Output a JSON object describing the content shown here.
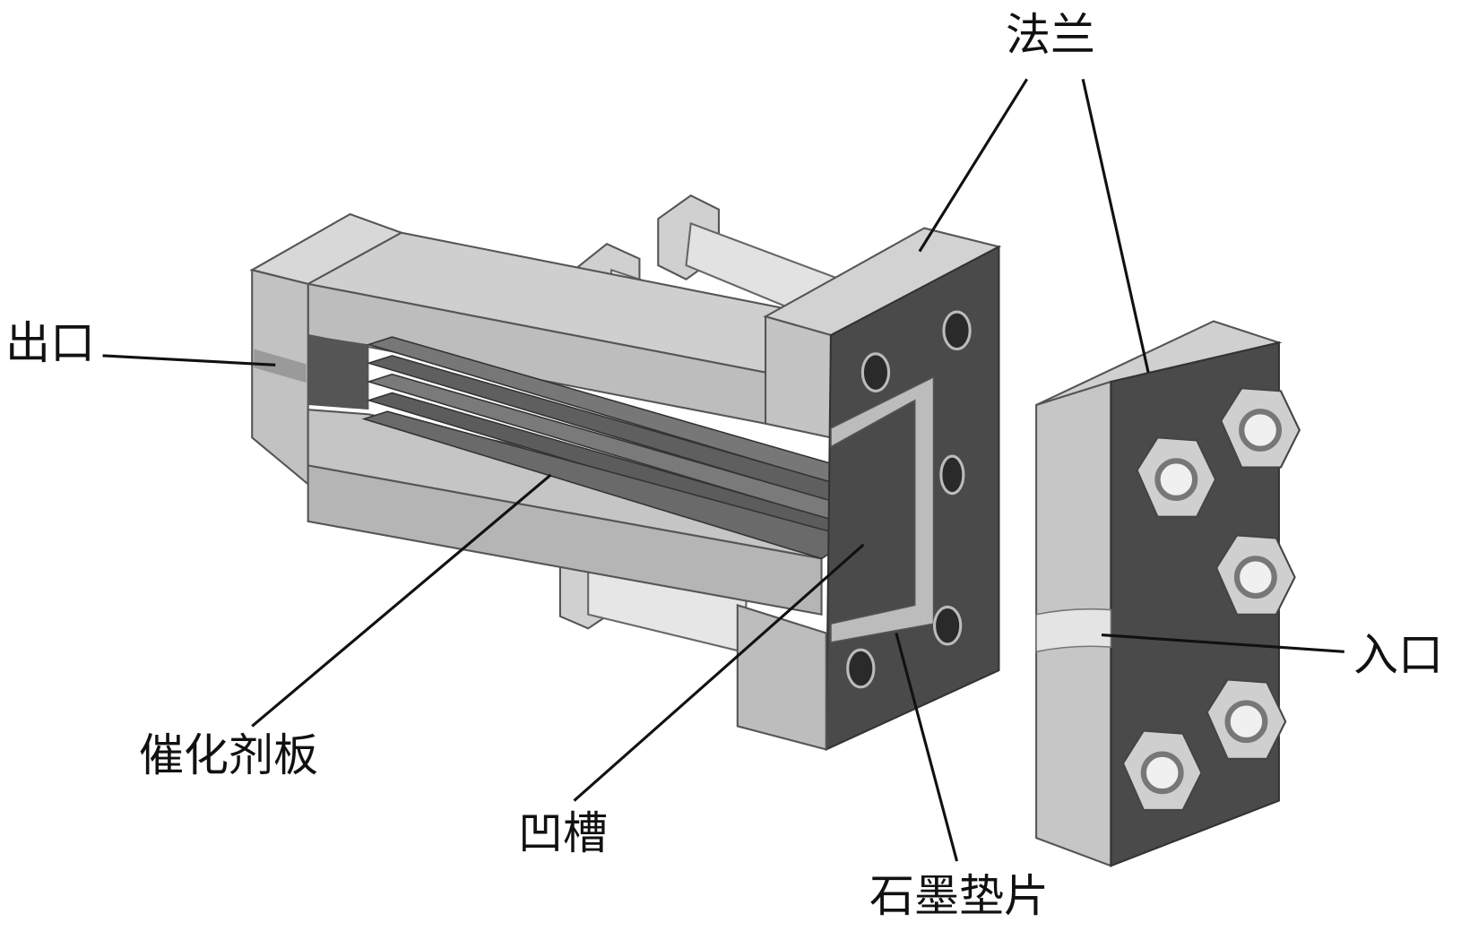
{
  "labels": {
    "flange": "法兰",
    "outlet": "出口",
    "inlet": "入口",
    "catalyst_plate": "催化剂板",
    "groove": "凹槽",
    "graphite_gasket": "石墨垫片"
  },
  "colors": {
    "light_face": "#c9c9c9",
    "mid_face": "#a9a9a9",
    "dark_face": "#4a4a4a",
    "plate": "#6e6e6e",
    "leader": "#111111"
  }
}
